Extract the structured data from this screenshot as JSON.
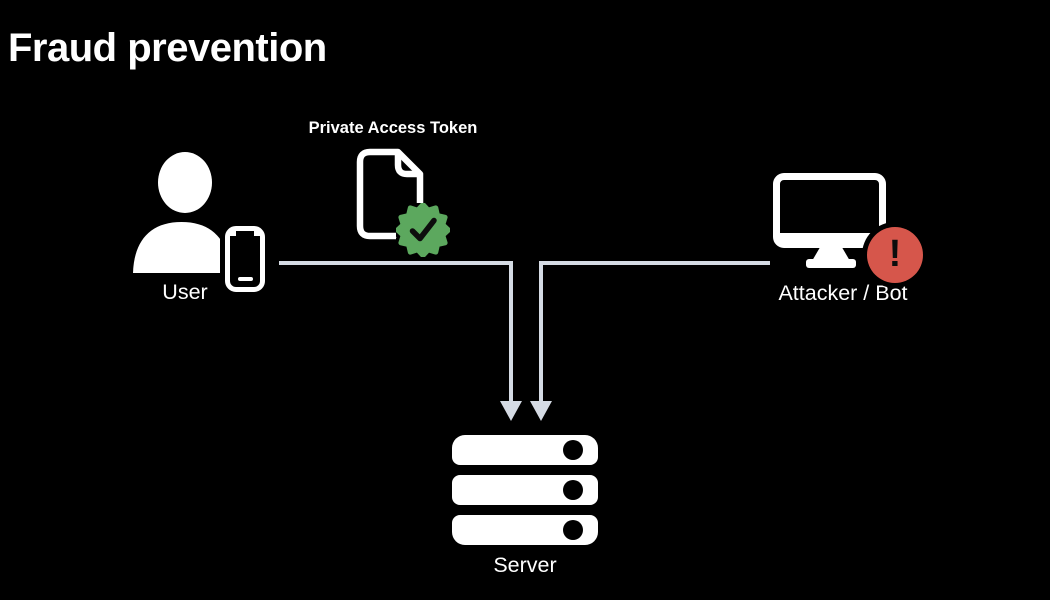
{
  "slide": {
    "title": "Fraud prevention"
  },
  "colors": {
    "background": "#000000",
    "foreground": "#ffffff",
    "connector": "#d5dbe4",
    "badge_green": "#5ca85e",
    "badge_red": "#d6564b",
    "badge_glyph": "#0d0d0d"
  },
  "nodes": {
    "user": {
      "label": "User",
      "icon": "person-with-iphone-icon"
    },
    "token": {
      "label": "Private Access Token",
      "icon": "verified-document-icon"
    },
    "attacker": {
      "label": "Attacker / Bot",
      "icon": "desktop-computer-alert-icon"
    },
    "server": {
      "label": "Server",
      "icon": "server-rack-icon"
    }
  },
  "badges": {
    "attacker_alert": "!",
    "token_check": "checkmark"
  }
}
